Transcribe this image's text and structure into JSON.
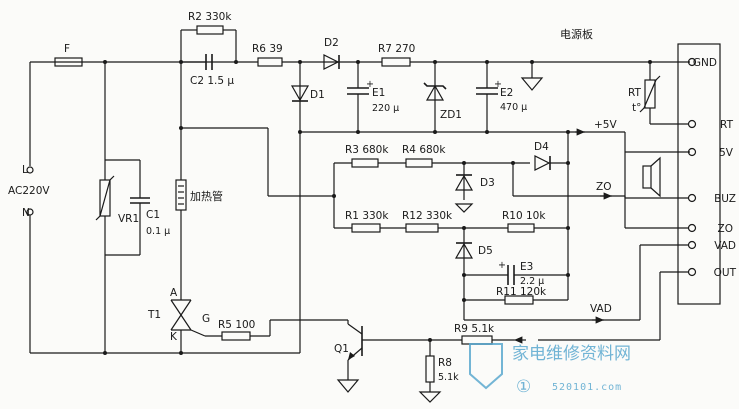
{
  "title": "电源板",
  "power": {
    "live": "L",
    "neutral": "N",
    "ac": "AC220V"
  },
  "components": {
    "fuse": "F",
    "R2": "R2 330k",
    "C2": "C2 1.5 μ",
    "R6": "R6 39",
    "D2": "D2",
    "R7": "R7 270",
    "D1": "D1",
    "E1": "E1",
    "E1v": "220 μ",
    "ZD1": "ZD1",
    "E2": "E2",
    "E2v": "470 μ",
    "RT": "RT",
    "RTt": "t°",
    "VR1": "VR1",
    "C1": "C1",
    "C1v": "0.1 μ",
    "heater": "加热管",
    "R3": "R3 680k",
    "R4": "R4 680k",
    "D4": "D4",
    "D3": "D3",
    "R1": "R1 330k",
    "R12": "R12 330k",
    "R10": "R10 10k",
    "D5": "D5",
    "E3": "E3",
    "E3v": "2.2 μ",
    "R11": "R11 120k",
    "T1": "T1",
    "A": "A",
    "K": "K",
    "G": "G",
    "R5": "R5 100",
    "Q1": "Q1",
    "R9": "R9 5.1k",
    "R8": "R8",
    "R8v": "5.1k"
  },
  "nets": {
    "p5v": "+5V",
    "zo": "ZO",
    "vad": "VAD"
  },
  "connector": [
    "GND",
    "RT",
    "5V",
    "BUZ",
    "ZO",
    "VAD",
    "OUT"
  ],
  "watermark": {
    "text": "家电维修资料网",
    "circle": "①",
    "url": "520101.com"
  }
}
